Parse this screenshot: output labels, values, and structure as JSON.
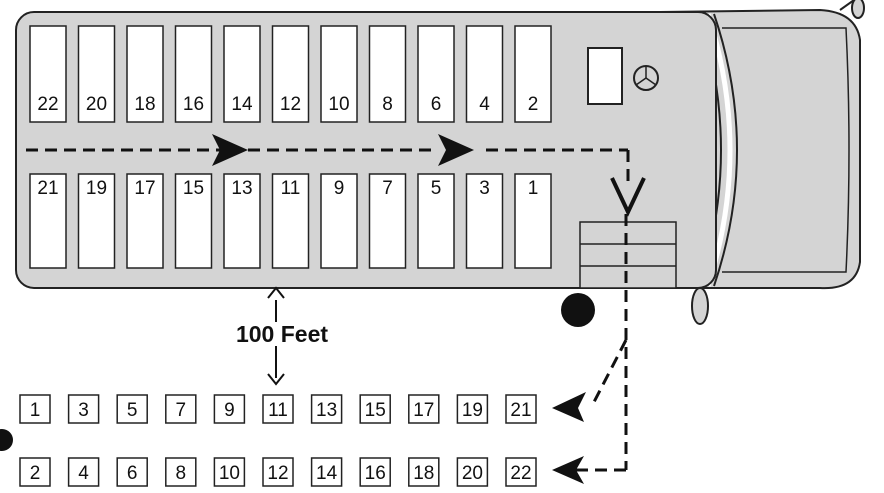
{
  "bus": {
    "top_row_seats": [
      "22",
      "20",
      "18",
      "16",
      "14",
      "12",
      "10",
      "8",
      "6",
      "4",
      "2"
    ],
    "bottom_row_seats": [
      "21",
      "19",
      "17",
      "15",
      "13",
      "11",
      "9",
      "7",
      "5",
      "3",
      "1"
    ],
    "steering_wheel_icon": "steering-wheel-icon",
    "door": "door-steps"
  },
  "distance_label": "100 Feet",
  "line_up": {
    "odd_row": [
      "1",
      "3",
      "5",
      "7",
      "9",
      "11",
      "13",
      "15",
      "17",
      "19",
      "21"
    ],
    "even_row": [
      "2",
      "4",
      "6",
      "8",
      "10",
      "12",
      "14",
      "16",
      "18",
      "20",
      "22"
    ]
  },
  "colors": {
    "bus_body": "#d4d4d4",
    "seat_fill": "#ffffff",
    "outline": "#222222",
    "path": "#111111"
  }
}
